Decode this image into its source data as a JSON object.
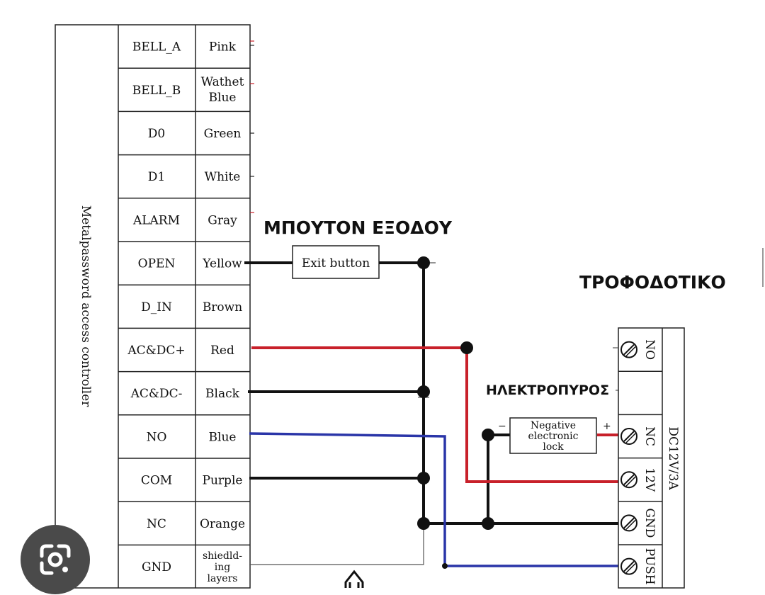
{
  "controller_label": "Metalpassword access controller",
  "terminals": [
    {
      "pin": "BELL_A",
      "color": "Pink"
    },
    {
      "pin": "BELL_B",
      "color": "Wathet Blue"
    },
    {
      "pin": "D0",
      "color": "Green"
    },
    {
      "pin": "D1",
      "color": "White"
    },
    {
      "pin": "ALARM",
      "color": "Gray"
    },
    {
      "pin": "OPEN",
      "color": "Yellow"
    },
    {
      "pin": "D_IN",
      "color": "Brown"
    },
    {
      "pin": "AC&DC+",
      "color": "Red"
    },
    {
      "pin": "AC&DC-",
      "color": "Black"
    },
    {
      "pin": "NO",
      "color": "Blue"
    },
    {
      "pin": "COM",
      "color": "Purple"
    },
    {
      "pin": "NC",
      "color": "Orange"
    },
    {
      "pin": "GND",
      "color": "shiedld- ing layers"
    }
  ],
  "color_cell_lines": {
    "wathet": [
      "Wathet",
      "Blue"
    ],
    "shield": [
      "shiedld-",
      "ing",
      "layers"
    ]
  },
  "exit_button": {
    "heading": "ΜΠΟΥΤΟΝ ΕΞΟΔΟΥ",
    "label": "Exit button"
  },
  "lock": {
    "heading": "ΗΛΕΚΤΡΟΠΥΡΟΣ",
    "label_lines": [
      "Negative",
      "electronic",
      "lock"
    ],
    "minus": "−",
    "plus": "+"
  },
  "power_supply": {
    "heading": "ΤΡΟΦΟΔΟΤΙΚΟ",
    "rating": "DC12V/3A",
    "terminals": [
      "NO",
      "",
      "NC",
      "12V",
      "GND",
      "PUSH"
    ]
  },
  "wire_colors": {
    "black": "#111111",
    "red": "#c8202a",
    "blue": "#2a35a8"
  },
  "lens_icon": "google-lens-icon"
}
